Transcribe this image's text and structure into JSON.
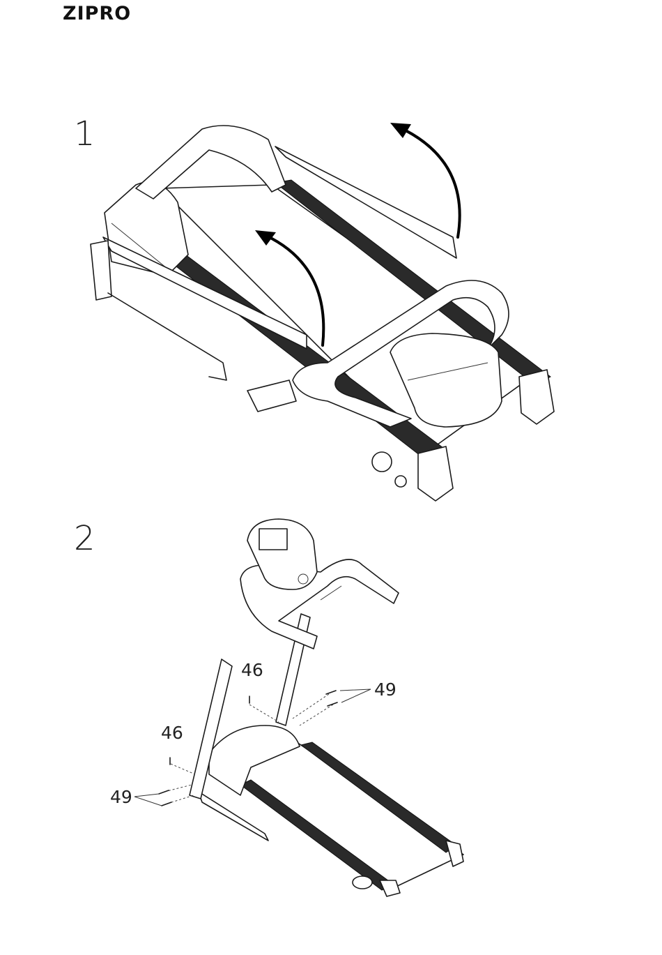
{
  "brand": {
    "logo_text": "ZIPRO"
  },
  "steps": [
    {
      "number": "1"
    },
    {
      "number": "2"
    }
  ],
  "callouts": {
    "bolt_upper": "46",
    "bolt_lower": "46",
    "screw_right": "49",
    "screw_left": "49"
  }
}
